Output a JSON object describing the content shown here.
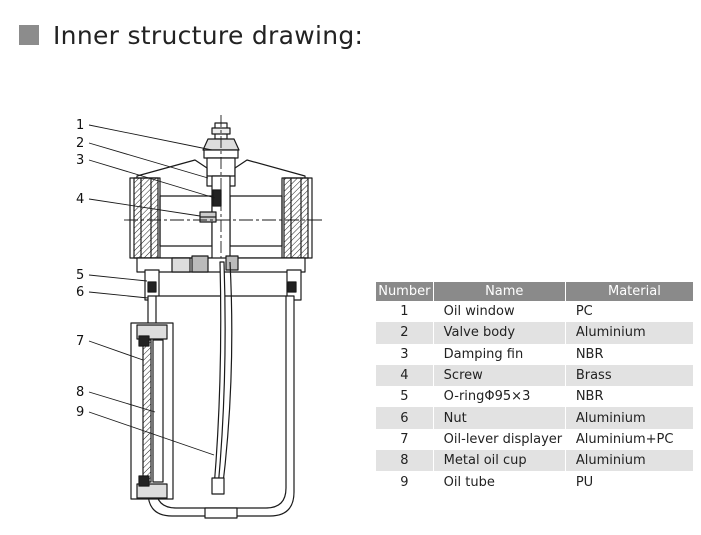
{
  "header": {
    "title": "Inner structure drawing:"
  },
  "diagram": {
    "callouts": [
      "1",
      "2",
      "3",
      "4",
      "5",
      "6",
      "7",
      "8",
      "9"
    ]
  },
  "table": {
    "headers": [
      "Number",
      "Name",
      "Material"
    ],
    "rows": [
      [
        "1",
        "Oil window",
        "PC"
      ],
      [
        "2",
        "Valve body",
        "Aluminium"
      ],
      [
        "3",
        "Damping fin",
        "NBR"
      ],
      [
        "4",
        "Screw",
        "Brass"
      ],
      [
        "5",
        "O-ringΦ95×3",
        "NBR"
      ],
      [
        "6",
        "Nut",
        "Aluminium"
      ],
      [
        "7",
        "Oil-lever displayer",
        "Aluminium+PC"
      ],
      [
        "8",
        "Metal oil cup",
        "Aluminium"
      ],
      [
        "9",
        "Oil tube",
        "PU"
      ]
    ]
  },
  "colors": {
    "header_square": "#8c8c8c",
    "table_header": "#8a8a8a",
    "table_stripe": "#e2e2e2"
  }
}
